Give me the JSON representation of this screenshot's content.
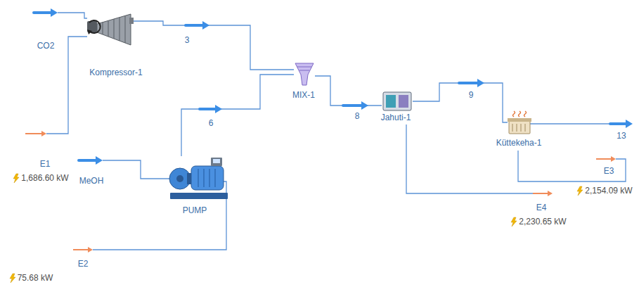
{
  "diagram": {
    "nodes": [
      {
        "text": [
          "Kompressor-1"
        ]
      },
      {
        "text": [
          "PUMP"
        ]
      },
      {
        "text": [
          "MIX-1"
        ]
      },
      {
        "text": [
          "Jahuti-1"
        ]
      },
      {
        "text": [
          "Küttekeha-1"
        ]
      }
    ],
    "edges": [
      {
        "from": 0,
        "to": 2,
        "arrow": "to",
        "label": "3"
      },
      {
        "from": 1,
        "to": 2,
        "arrow": "to",
        "label": "6"
      },
      {
        "from": 2,
        "to": 3,
        "arrow": "to",
        "label": "8"
      },
      {
        "from": 3,
        "to": 4,
        "arrow": "to",
        "label": "9"
      }
    ],
    "labels": [
      "CO2",
      "MeOH",
      "13",
      "E1",
      "1,686.60 kW",
      "E2",
      "75.68 kW",
      "E3",
      "2,154.09 kW",
      "E4",
      "2,230.65 kW"
    ]
  }
}
